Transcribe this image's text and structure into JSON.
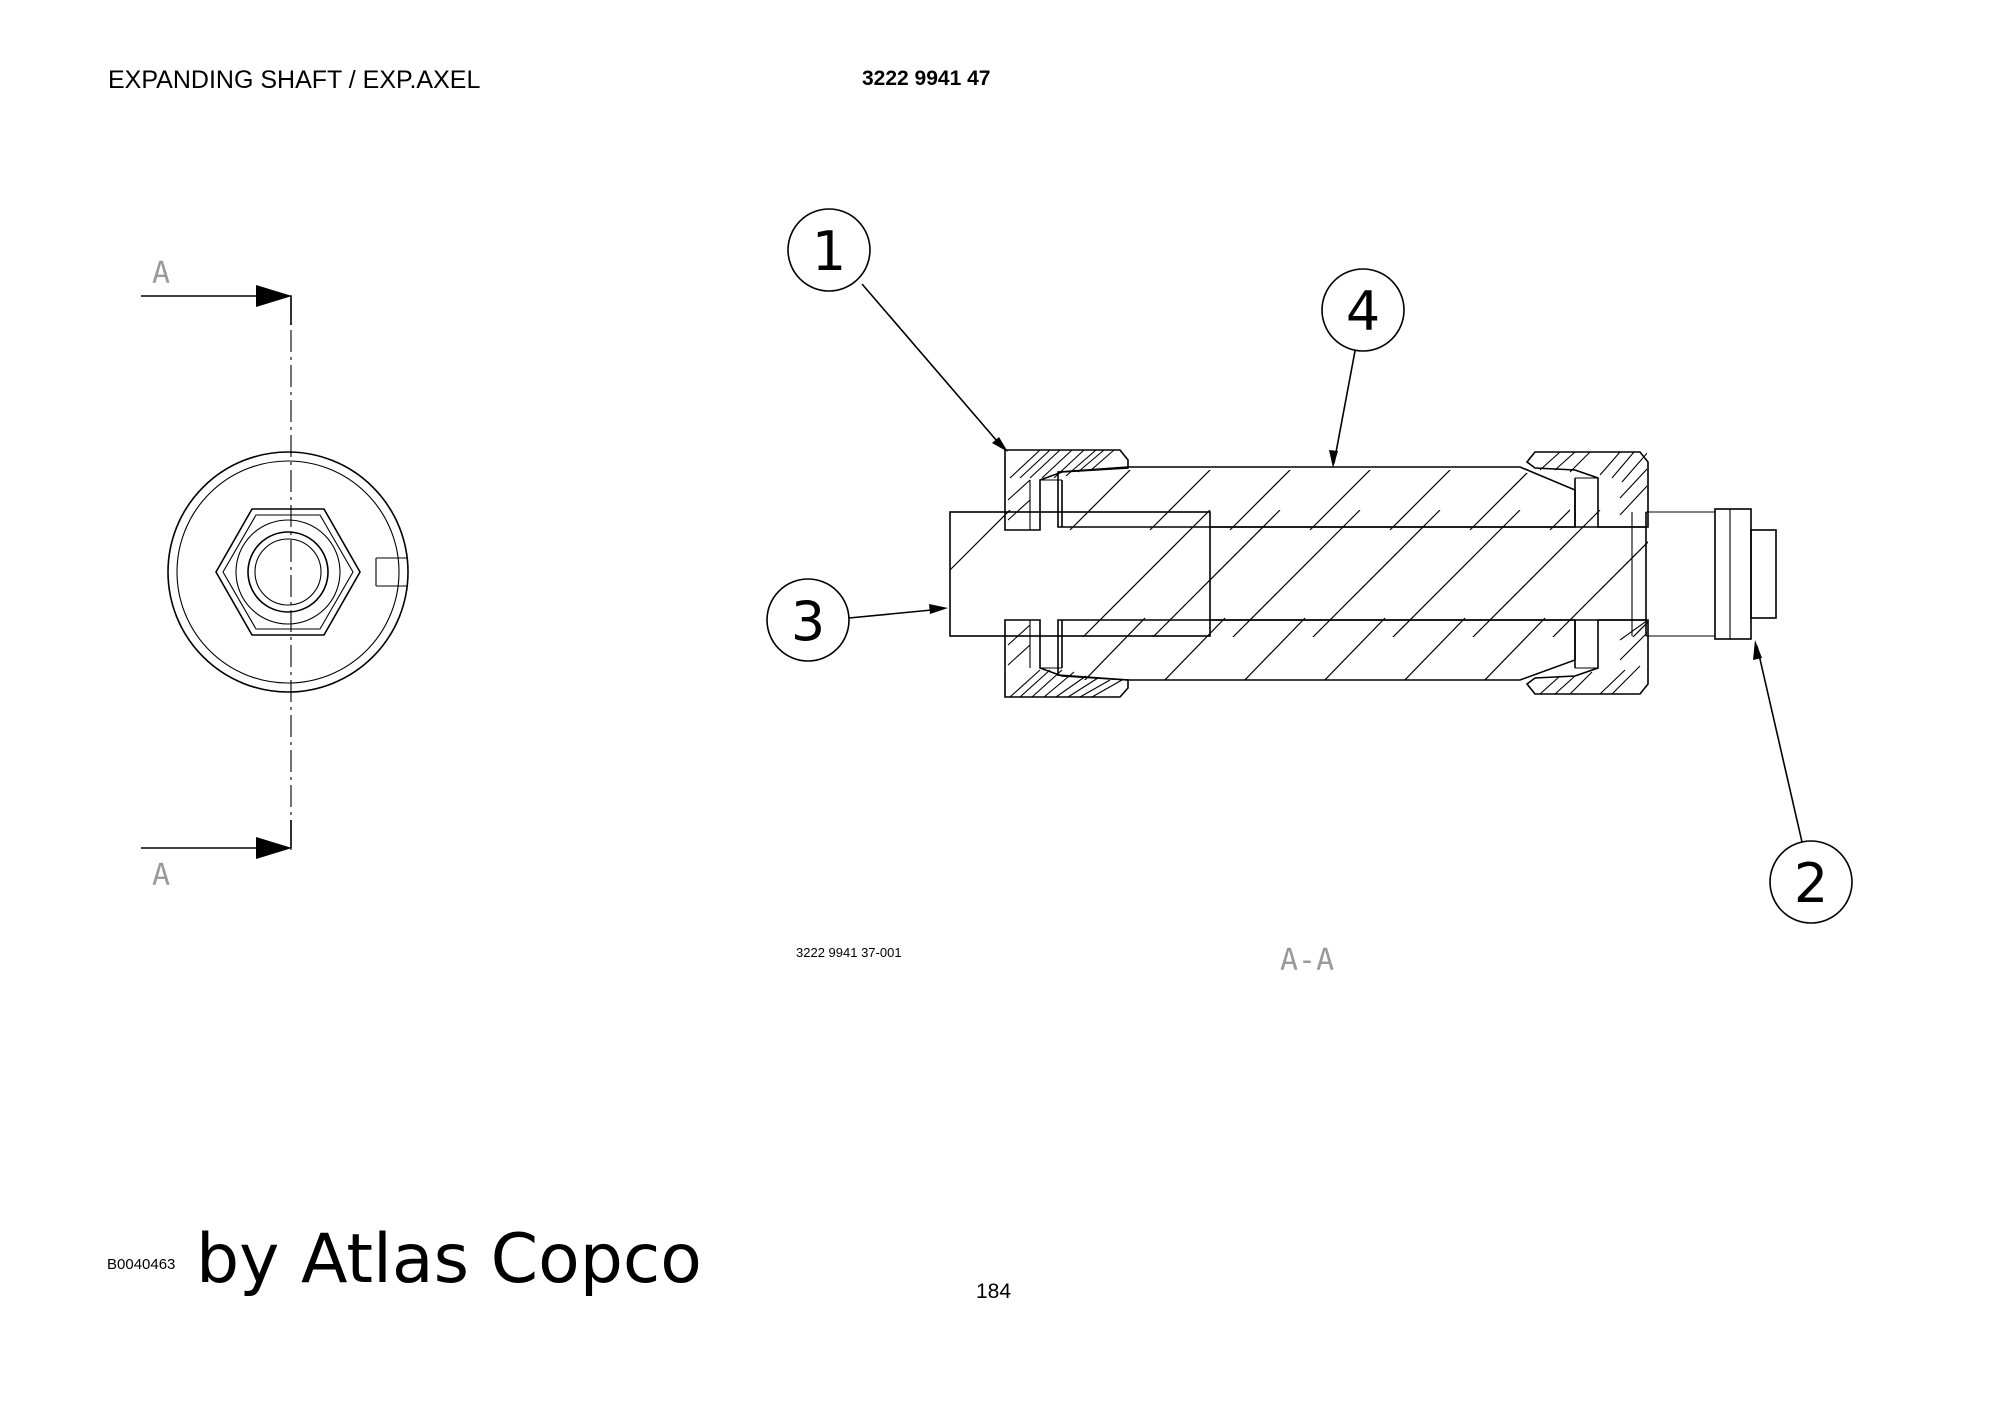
{
  "header": {
    "title": "EXPANDING SHAFT / EXP.AXEL",
    "part_number": "3222 9941 47"
  },
  "drawing": {
    "section_marker": "A",
    "section_view_label": "A-A",
    "drawing_code": "3222 9941 37-001",
    "callouts": [
      "1",
      "2",
      "3",
      "4"
    ]
  },
  "footer": {
    "figure_code": "B0040463",
    "brand": "by Atlas Copco",
    "page_number": "184"
  }
}
